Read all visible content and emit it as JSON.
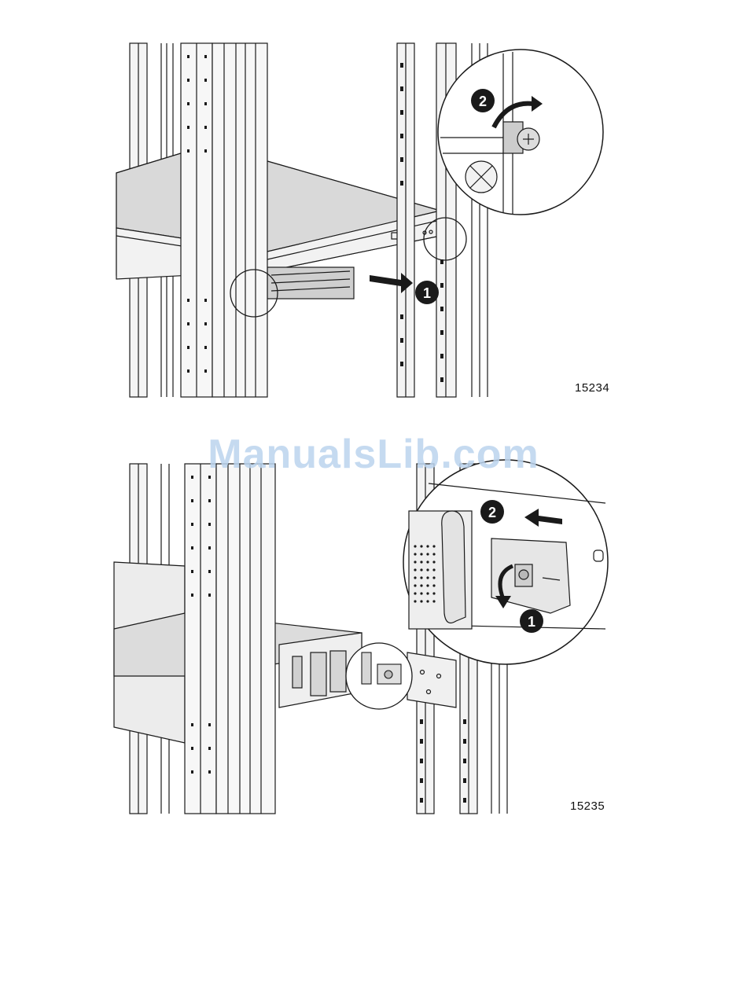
{
  "figures": [
    {
      "number": "15234",
      "callouts": [
        "1",
        "2"
      ]
    },
    {
      "number": "15235",
      "callouts": [
        "1",
        "2"
      ]
    }
  ],
  "watermark": "ManualsLib.com",
  "colors": {
    "line": "#1a1a1a",
    "chassis_top": "#d9d9d9",
    "chassis_side": "#eeeeee",
    "callout_fill": "#1a1a1a",
    "watermark": "#bcd4ee"
  }
}
